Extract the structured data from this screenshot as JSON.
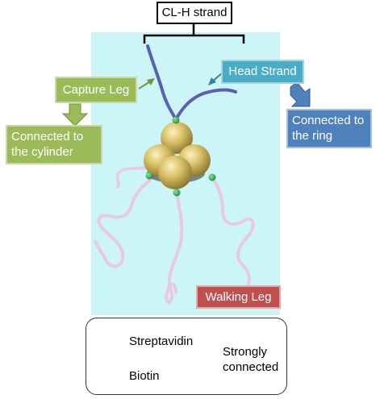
{
  "title": "CL-H strand",
  "labels": {
    "capture_leg": "Capture Leg",
    "head_strand": "Head Strand",
    "connected_cylinder": [
      "Connected to",
      "the cylinder"
    ],
    "connected_ring": [
      "Connected to",
      "the ring"
    ],
    "walking_leg": "Walking Leg"
  },
  "legend": {
    "streptavidin": "Streptavidin",
    "biotin": "Biotin",
    "strongly_connected": [
      "Strongly",
      "connected"
    ]
  },
  "colors": {
    "panel_bg": "#ccf5f7",
    "strand": "#5a5fb0",
    "walking_leg": "#e8c8e6",
    "streptavidin": "#d4bf5e",
    "biotin": "#2ea84a",
    "capture_green": "#9bbb59",
    "head_teal": "#4bacc6",
    "ring_blue": "#4f81bd",
    "walking_red": "#c0504d"
  }
}
